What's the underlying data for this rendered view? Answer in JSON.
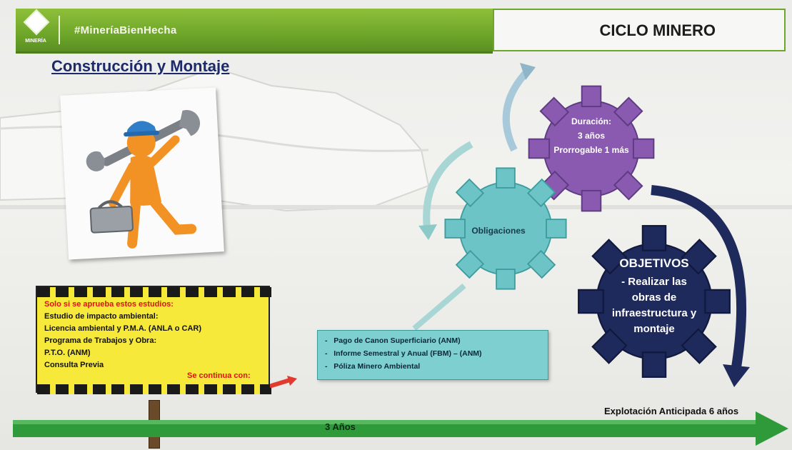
{
  "header": {
    "logo_text": "MINERÍA",
    "hashtag": "#MineríaBienHecha",
    "section": "CICLO MINERO"
  },
  "title": "Construcción y Montaje",
  "gears": {
    "purple": {
      "line1": "Duración:",
      "line2": "3 años",
      "line3": "Prorrogable 1 más"
    },
    "teal": {
      "label": "Obligaciones"
    },
    "navy": {
      "heading": "OBJETIVOS",
      "line1": "- Realizar las",
      "line2": "obras de",
      "line3": "infraestructura y",
      "line4": "montaje"
    }
  },
  "sign": {
    "line1": "Solo si se aprueba estos estudios:",
    "line2": "Estudio de impacto ambiental:",
    "line3": "Licencia ambiental y P.M.A. (ANLA o CAR)",
    "line4": "Programa de Trabajos y Obra:",
    "line5": "P.T.O. (ANM)",
    "line6": "Consulta Previa",
    "continue": "Se continua con:"
  },
  "obligations": [
    "Pago de Canon Superficiario (ANM)",
    "Informe Semestral y Anual (FBM) – (ANM)",
    "Póliza Minero Ambiental"
  ],
  "timeline": {
    "label": "3 Años",
    "right_label": "Explotación Anticipada 6 años"
  },
  "colors": {
    "header_green": "#6ea62a",
    "purple_gear": "#8a5ab0",
    "teal_gear": "#6cc4c6",
    "navy_gear": "#1f2a5c",
    "sign_yellow": "#f6e93a",
    "timeline_green": "#2e9a3a"
  }
}
